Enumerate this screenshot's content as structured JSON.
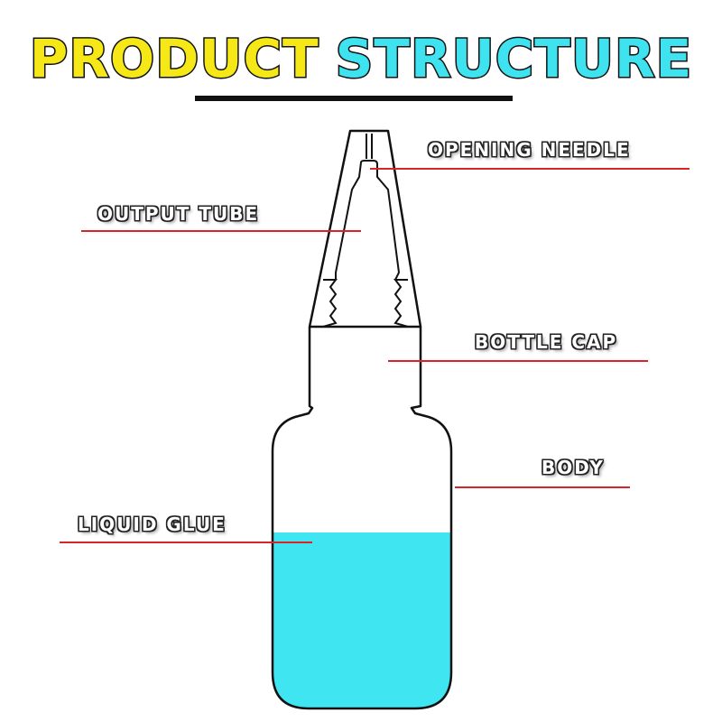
{
  "title": {
    "word1": "PRODUCT",
    "word2": "STRUCTURE"
  },
  "labels": {
    "opening_needle": "OPENING NEEDLE",
    "output_tube": "OUTPUT TUBE",
    "bottle_cap": "BOTTLE CAP",
    "body": "BODY",
    "liquid_glue": "LIQUID GLUE"
  },
  "colors": {
    "title_word1": "#f5e816",
    "title_word2": "#3fe3f0",
    "leader_line": "#d9252a",
    "glue": "#3fe6f2",
    "outline": "#111111"
  }
}
